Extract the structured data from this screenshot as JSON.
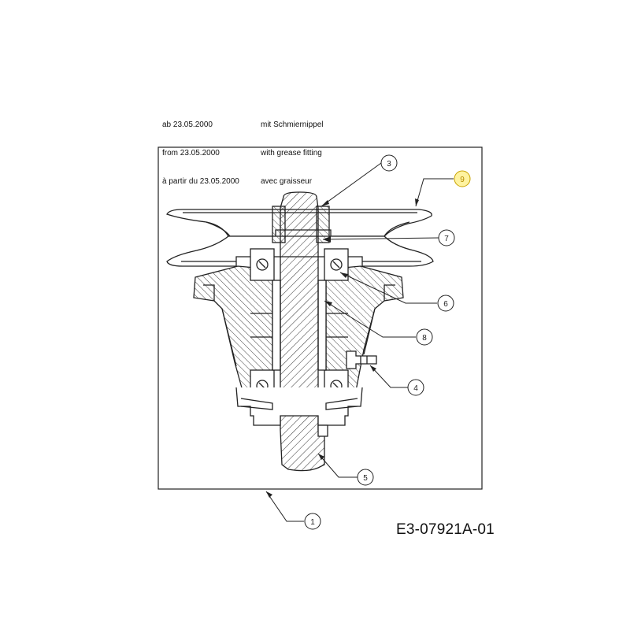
{
  "notes": {
    "date_lines": [
      "ab 23.05.2000",
      "from 23.05.2000",
      "à partir du 23.05.2000"
    ],
    "grease_lines": [
      "mit Schmiernippel",
      "with grease fitting",
      "avec graisseur"
    ]
  },
  "callouts": [
    {
      "id": "1",
      "label": "1",
      "highlight": false
    },
    {
      "id": "3",
      "label": "3",
      "highlight": false
    },
    {
      "id": "4",
      "label": "4",
      "highlight": false
    },
    {
      "id": "5",
      "label": "5",
      "highlight": false
    },
    {
      "id": "6",
      "label": "6",
      "highlight": false
    },
    {
      "id": "7",
      "label": "7",
      "highlight": false
    },
    {
      "id": "8",
      "label": "8",
      "highlight": false
    },
    {
      "id": "9",
      "label": "9",
      "highlight": true
    }
  ],
  "drawing_code": "E3-07921A-01",
  "colors": {
    "line": "#222222",
    "highlight_fill": "#fff3a0",
    "highlight_text": "#b58b00"
  }
}
